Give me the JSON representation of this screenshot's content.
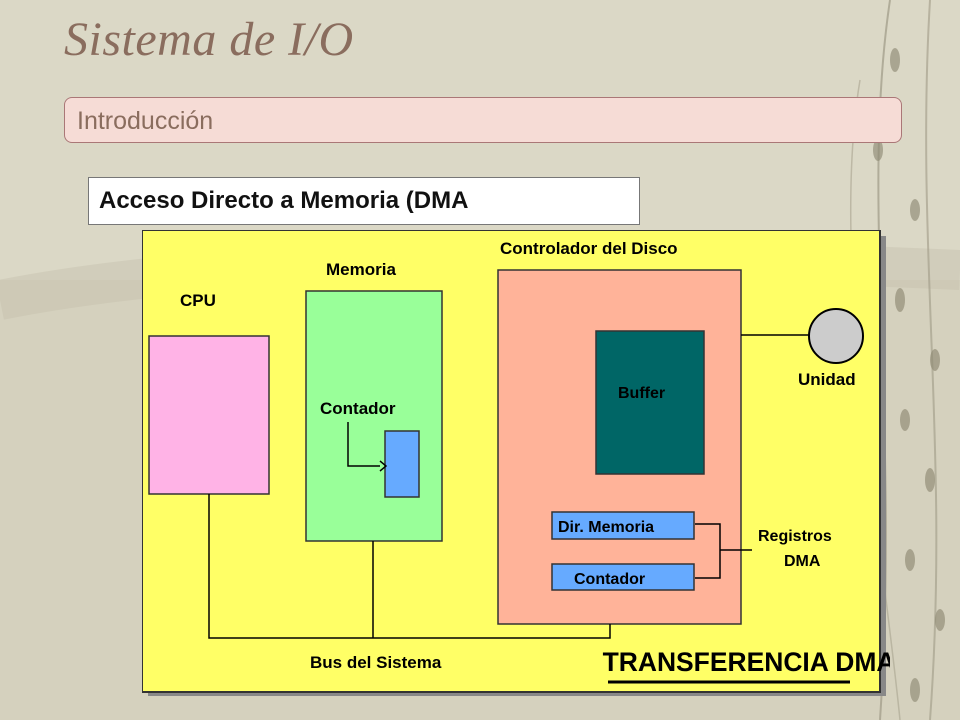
{
  "slide": {
    "title": "Sistema de I/O",
    "subtitle": "Introducción",
    "section_title": "Acceso Directo a Memoria (DMA"
  },
  "diagram": {
    "cpu_label": "CPU",
    "memory_label": "Memoria",
    "counter_label": "Contador",
    "controller_label": "Controlador del Disco",
    "buffer_label": "Buffer",
    "unit_label": "Unidad",
    "dir_memoria_label": "Dir. Memoria",
    "contador_reg_label": "Contador",
    "registros_label_1": "Registros",
    "registros_label_2": "DMA",
    "bus_label": "Bus del Sistema",
    "transfer_label": "TRANSFERENCIA DMA"
  },
  "colors": {
    "diagram_bg": "#ffff66",
    "cpu": "#ffb3e6",
    "memory": "#99ff99",
    "controller": "#ffb399",
    "buffer": "#006666",
    "register": "#66aaff",
    "unit": "#cccccc"
  }
}
